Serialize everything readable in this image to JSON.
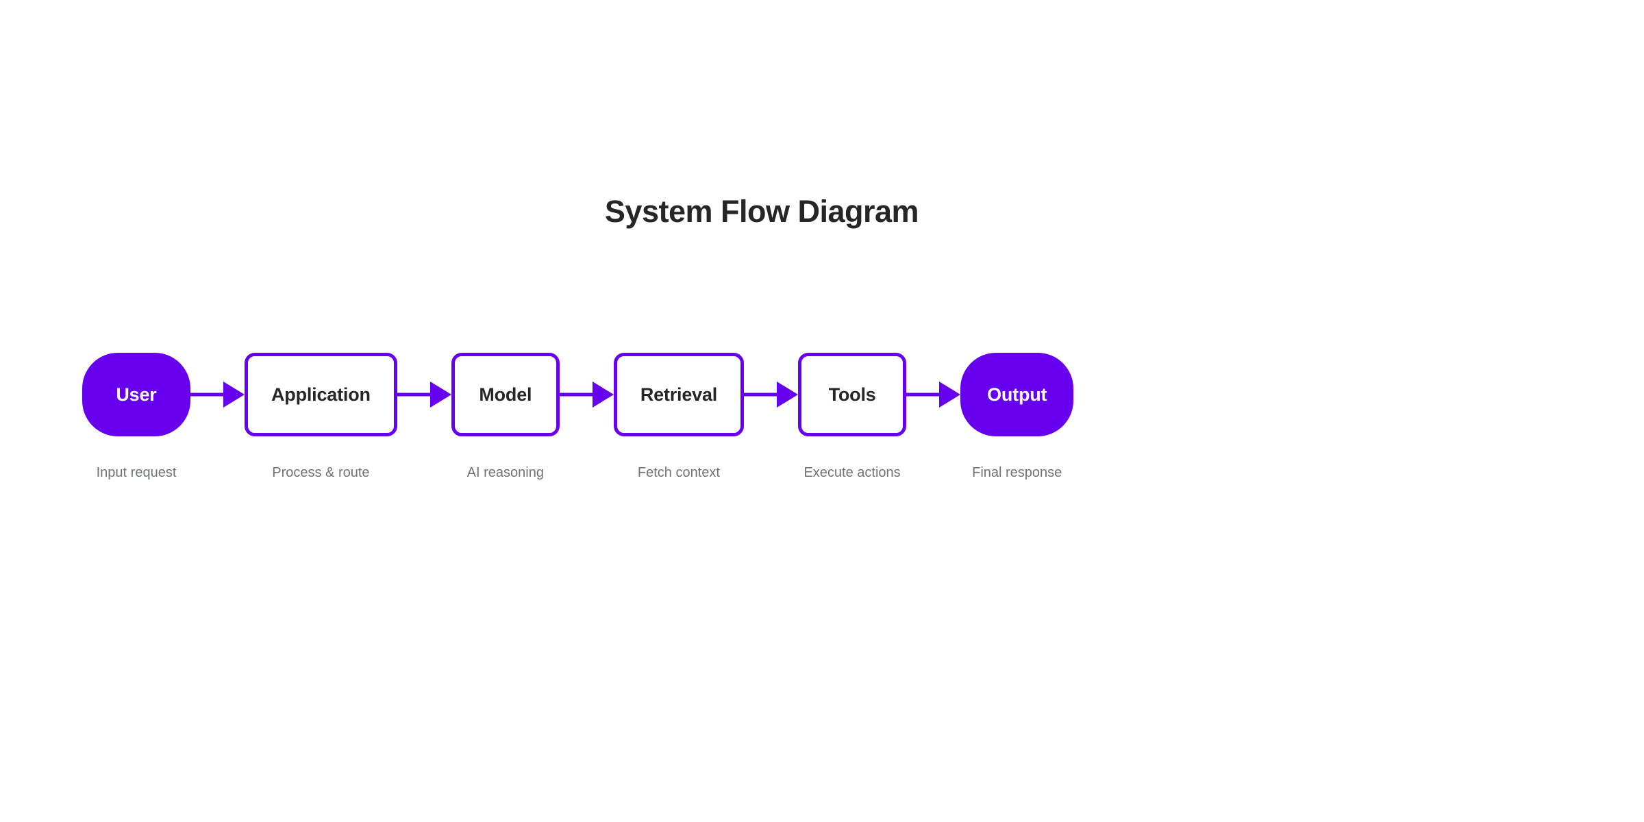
{
  "page": {
    "title": "System Flow Diagram",
    "background_color": "#ffffff"
  },
  "theme": {
    "accent_color": "#6600ee",
    "node_text_color": "#262626",
    "filled_node_text_color": "#ffffff",
    "caption_color": "#6f7276",
    "title_color": "#262626"
  },
  "diagram": {
    "type": "flow",
    "orientation": "horizontal",
    "connector": "arrow",
    "steps": [
      {
        "label": "User",
        "caption": "Input request",
        "style": "filled"
      },
      {
        "label": "Application",
        "caption": "Process & route",
        "style": "outlined"
      },
      {
        "label": "Model",
        "caption": "AI reasoning",
        "style": "outlined"
      },
      {
        "label": "Retrieval",
        "caption": "Fetch context",
        "style": "outlined"
      },
      {
        "label": "Tools",
        "caption": "Execute actions",
        "style": "outlined"
      },
      {
        "label": "Output",
        "caption": "Final response",
        "style": "filled"
      }
    ]
  }
}
